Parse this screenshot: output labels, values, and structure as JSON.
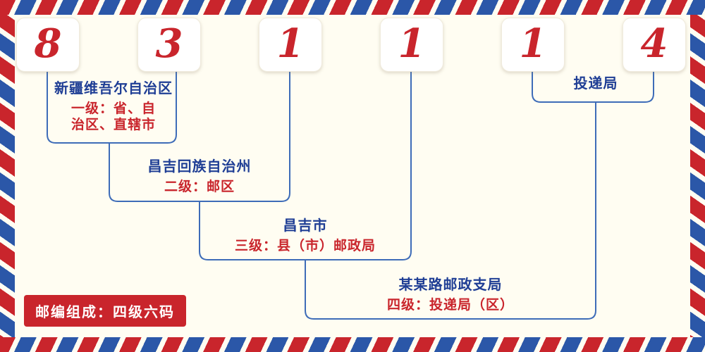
{
  "postal_code": "831114",
  "digits": [
    "8",
    "3",
    "1",
    "1",
    "1",
    "4"
  ],
  "levels": [
    {
      "name": "新疆维吾尔自治区",
      "desc_line1": "一级：省、自",
      "desc_line2": "治区、直辖市"
    },
    {
      "name": "昌吉回族自治州",
      "desc": "二级：邮区"
    },
    {
      "name": "昌吉市",
      "desc": "三级：县（市）邮政局"
    },
    {
      "name": "某某路邮政支局",
      "desc": "四级：投递局（区）"
    },
    {
      "name": "投递局"
    }
  ],
  "badge": "邮编组成：四级六码",
  "colors": {
    "red": "#c9252c",
    "line_blue": "#3e6cb8",
    "label_blue": "#1f3e95",
    "stripe_blue": "#2b57a8",
    "background": "#fffdf2"
  }
}
